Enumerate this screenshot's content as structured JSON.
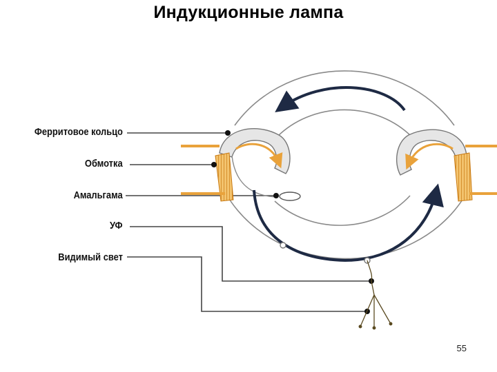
{
  "title": "Индукционные лампа",
  "labels": {
    "ferrite_ring": "Ферритовое кольцо",
    "winding": "Обмотка",
    "amalgam": "Амальгама",
    "uv": "УФ",
    "visible_light": "Видимый свет"
  },
  "page_number": "55",
  "colors": {
    "winding": "#e9a23b",
    "arrow": "#1e2a44",
    "tube_stroke": "#8a8a8a",
    "leader": "#444444"
  }
}
